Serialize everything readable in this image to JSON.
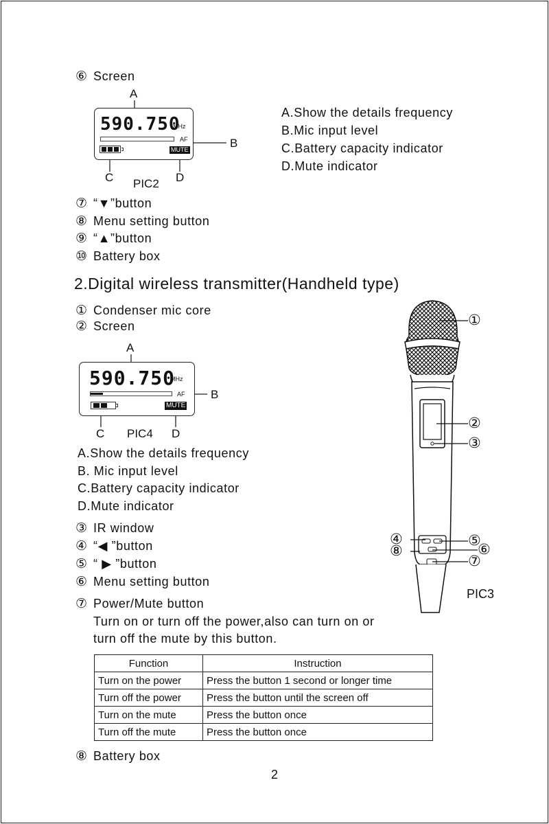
{
  "top_list": {
    "item6": {
      "num": "⑥",
      "label": "Screen"
    },
    "item7": {
      "num": "⑦",
      "label": "“▼”button"
    },
    "item8": {
      "num": "⑧",
      "label": "Menu setting button"
    },
    "item9": {
      "num": "⑨",
      "label": "“▲”button"
    },
    "item10": {
      "num": "⑩",
      "label": "Battery box"
    }
  },
  "pic2": {
    "caption": "PIC2",
    "freq": "590.750",
    "unit": "MHz",
    "af": "AF",
    "mute": "MUTE",
    "callouts": {
      "a": "A",
      "b": "B",
      "c": "C",
      "d": "D"
    },
    "legend": [
      "A.Show the details frequency",
      "B.Mic input level",
      "C.Battery capacity indicator",
      "D.Mute indicator"
    ]
  },
  "section2": {
    "heading": "2.Digital wireless transmitter(Handheld type)",
    "item1": {
      "num": "①",
      "label": "Condenser mic core"
    },
    "item2": {
      "num": "②",
      "label": "Screen"
    }
  },
  "pic4": {
    "caption": "PIC4",
    "freq": "590.750",
    "unit": "MHz",
    "af": "AF",
    "mute": "MUTE",
    "callouts": {
      "a": "A",
      "b": "B",
      "c": "C",
      "d": "D"
    },
    "legend": [
      "A.Show the details frequency",
      "B. Mic input level",
      "C.Battery capacity indicator",
      "D.Mute indicator"
    ]
  },
  "lower_list": {
    "item3": {
      "num": "③",
      "label": "IR window"
    },
    "item4": {
      "num": "④",
      "label": "“◀ ”button"
    },
    "item5": {
      "num": "⑤",
      "label": "“ ▶ ”button"
    },
    "item6": {
      "num": "⑥",
      "label": "Menu setting button"
    },
    "item7": {
      "num": "⑦",
      "label": "Power/Mute button"
    },
    "desc1": "Turn on or turn off the power,also can turn on or",
    "desc2": "turn off the mute by this button.",
    "item8": {
      "num": "⑧",
      "label": "Battery box"
    }
  },
  "pic3": {
    "caption": "PIC3",
    "callouts": [
      "①",
      "②",
      "③",
      "④",
      "⑤",
      "⑥",
      "⑦",
      "⑧"
    ]
  },
  "table": {
    "headers": [
      "Function",
      "Instruction"
    ],
    "rows": [
      [
        "Turn on the power",
        "Press the button 1 second or longer time"
      ],
      [
        "Turn off the power",
        "Press the button until the screen off"
      ],
      [
        "Turn on the mute",
        "Press the button once"
      ],
      [
        "Turn off the mute",
        "Press the button once"
      ]
    ]
  },
  "page_number": "2"
}
